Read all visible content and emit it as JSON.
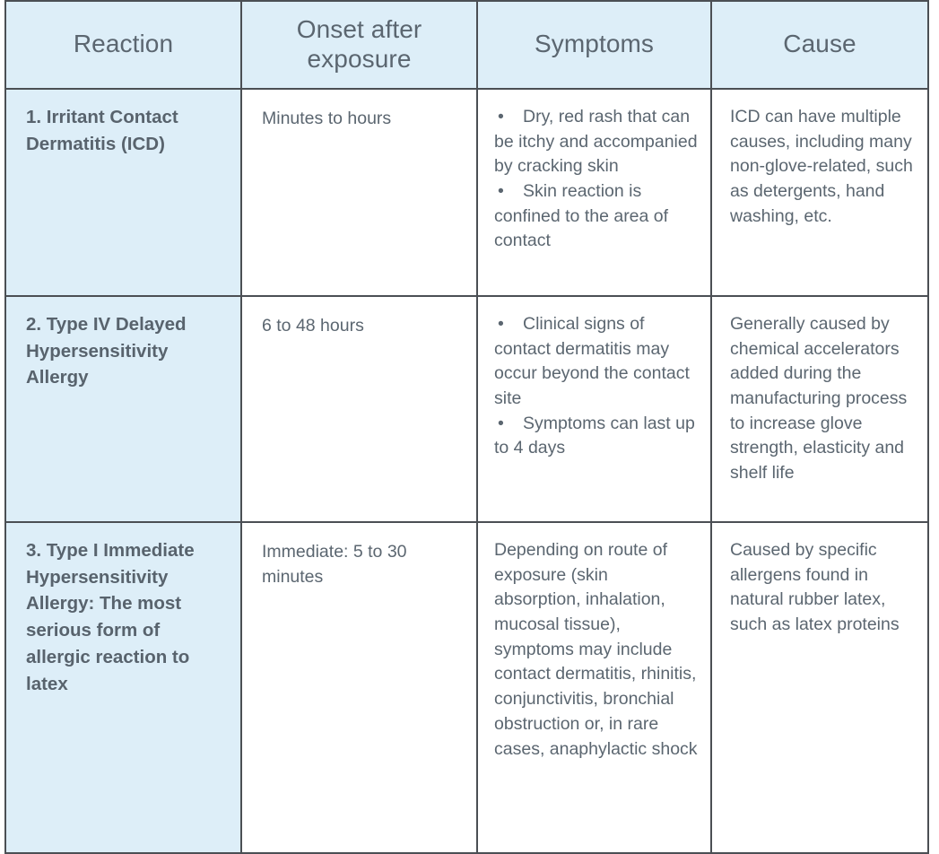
{
  "table": {
    "headers": [
      {
        "label": "Reaction",
        "key": "reaction"
      },
      {
        "label": "Onset after exposure",
        "key": "onset"
      },
      {
        "label": "Symptoms",
        "key": "symptoms"
      },
      {
        "label": "Cause",
        "key": "cause"
      }
    ],
    "colors": {
      "header_background": "#ddeef8",
      "first_column_background": "#ddeef8",
      "border": "#4b4f54",
      "text": "#5b6670",
      "body_background": "#ffffff"
    },
    "bullet_glyph": "•",
    "rows": [
      {
        "reaction": "1. Irritant Contact Dermatitis (ICD)",
        "onset": "Minutes to hours",
        "symptoms_type": "bullets",
        "symptoms_items": [
          "Dry, red rash that can be itchy and accompanied by cracking skin",
          "Skin reaction is confined to the area of contact"
        ],
        "cause": "ICD can have multiple causes, including many non-glove-related, such as detergents, hand washing, etc."
      },
      {
        "reaction": "2. Type IV Delayed Hypersensitivity Allergy",
        "onset": "6 to 48 hours",
        "symptoms_type": "bullets",
        "symptoms_items": [
          "Clinical signs of contact dermatitis may occur beyond the contact site",
          "Symptoms can last up to 4 days"
        ],
        "cause": "Generally caused by chemical accelerators added during the manufacturing process to increase glove strength, elasticity and shelf life"
      },
      {
        "reaction": "3. Type I Immediate Hypersensitivity Allergy: The most serious form of allergic reaction to latex",
        "onset": "Immediate: 5 to 30 minutes",
        "symptoms_type": "paragraph",
        "symptoms_text": "Depending on route of exposure (skin absorption, inhalation, mucosal tissue), symptoms may include contact dermatitis, rhinitis, conjunctivitis, bronchial obstruction or, in rare cases, anaphylactic shock",
        "cause": "Caused by specific allergens found in natural rubber latex, such as latex proteins"
      }
    ]
  }
}
